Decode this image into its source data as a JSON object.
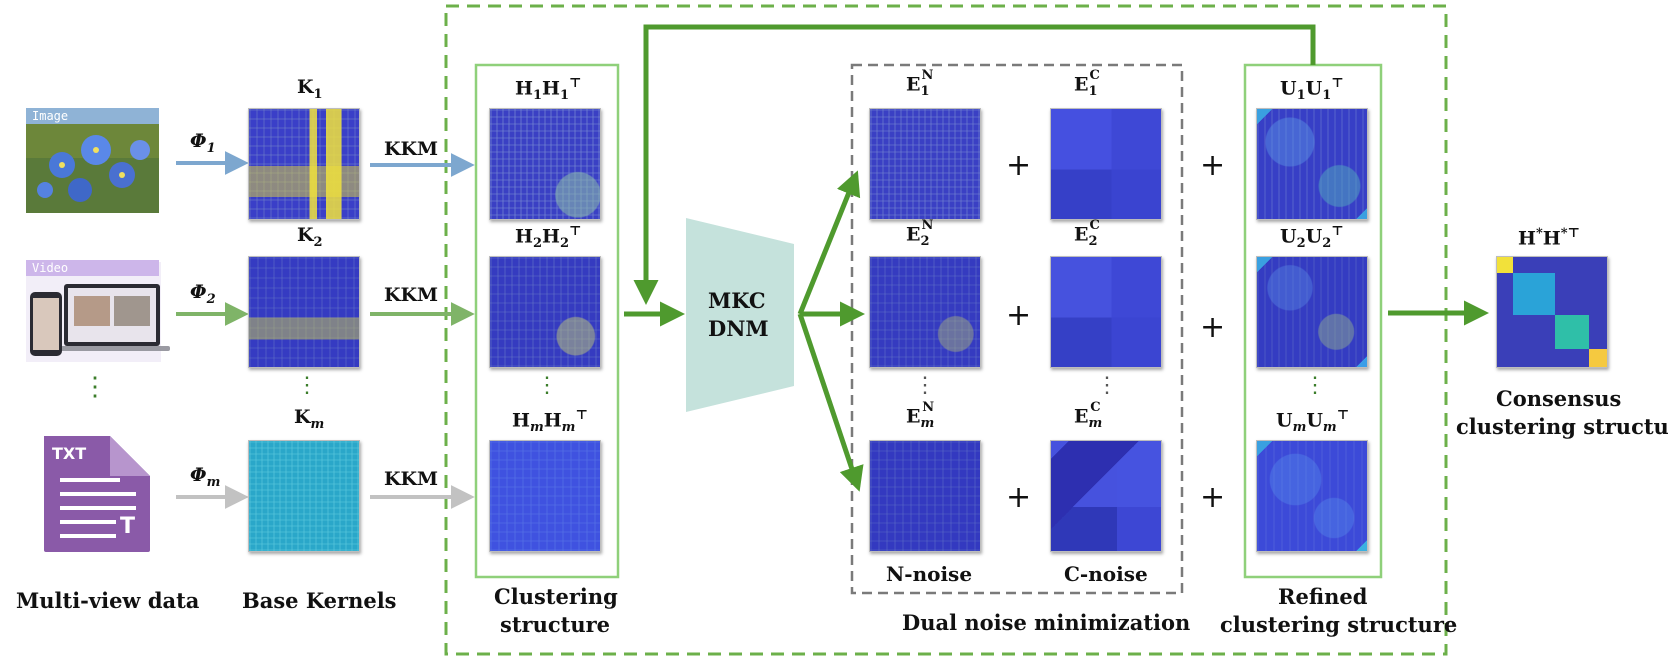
{
  "colors": {
    "dashed_green": "#6cb04a",
    "frame_green": "#8fd07a",
    "arrow_green": "#4f9a2e",
    "arrow_blue": "#7da7cf",
    "arrow_gray": "#c2c2c2",
    "dashed_gray": "#7a7a7a",
    "trapezoid": "#c5e2dc",
    "matrix_base": "#3a3fc8",
    "txt_purple": "#8a5aa8"
  },
  "inputs": {
    "image_tag": "Image",
    "video_tag": "Video",
    "txt_badge": "TXT",
    "txt_corner": "T",
    "phi_1": "Φ",
    "phi_1_sub": "1",
    "phi_2": "Φ",
    "phi_2_sub": "2",
    "phi_m": "Φ",
    "phi_m_sub": "m"
  },
  "kernels": {
    "k1": "K",
    "k1_sub": "1",
    "k2": "K",
    "k2_sub": "2",
    "km": "K",
    "km_sub": "m"
  },
  "kkm": {
    "label_1": "KKM",
    "label_2": "KKM",
    "label_m": "KKM"
  },
  "clustering": {
    "h1": "H",
    "h1_sub": "1",
    "h1b": "H",
    "h1b_sub": "1",
    "t1": "⊤",
    "h2": "H",
    "h2_sub": "2",
    "h2b": "H",
    "h2b_sub": "2",
    "t2": "⊤",
    "hm": "H",
    "hm_sub": "m",
    "hmb": "H",
    "hmb_sub": "m",
    "tm": "⊤"
  },
  "center": {
    "line1": "MKC",
    "line2": "DNM"
  },
  "noise": {
    "e1n": "E",
    "e1n_sup": "N",
    "e1n_sub": "1",
    "e2n": "E",
    "e2n_sup": "N",
    "e2n_sub": "2",
    "emn": "E",
    "emn_sup": "N",
    "emn_sub": "m",
    "e1c": "E",
    "e1c_sup": "C",
    "e1c_sub": "1",
    "e2c": "E",
    "e2c_sup": "C",
    "e2c_sub": "2",
    "emc": "E",
    "emc_sup": "C",
    "emc_sub": "m",
    "n_label": "N-noise",
    "c_label": "C-noise",
    "plus": "+"
  },
  "refined": {
    "u1": "U",
    "u1_sub": "1",
    "u1b": "U",
    "u1b_sub": "1",
    "t1": "⊤",
    "u2": "U",
    "u2_sub": "2",
    "u2b": "U",
    "u2b_sub": "2",
    "t2": "⊤",
    "um": "U",
    "um_sub": "m",
    "umb": "U",
    "umb_sub": "m",
    "tm": "⊤"
  },
  "consensus": {
    "h": "H",
    "star": "*",
    "h2": "H",
    "star_t": "*⊤"
  },
  "captions": {
    "multiview": "Multi-view data",
    "base_kernels": "Base Kernels",
    "clustering_1": "Clustering",
    "clustering_2": "structure",
    "dual_noise": "Dual noise minimization",
    "refined_1": "Refined",
    "refined_2": "clustering structure",
    "consensus_1": "Consensus",
    "consensus_2": "clustering structure"
  },
  "vdots": "⋮"
}
